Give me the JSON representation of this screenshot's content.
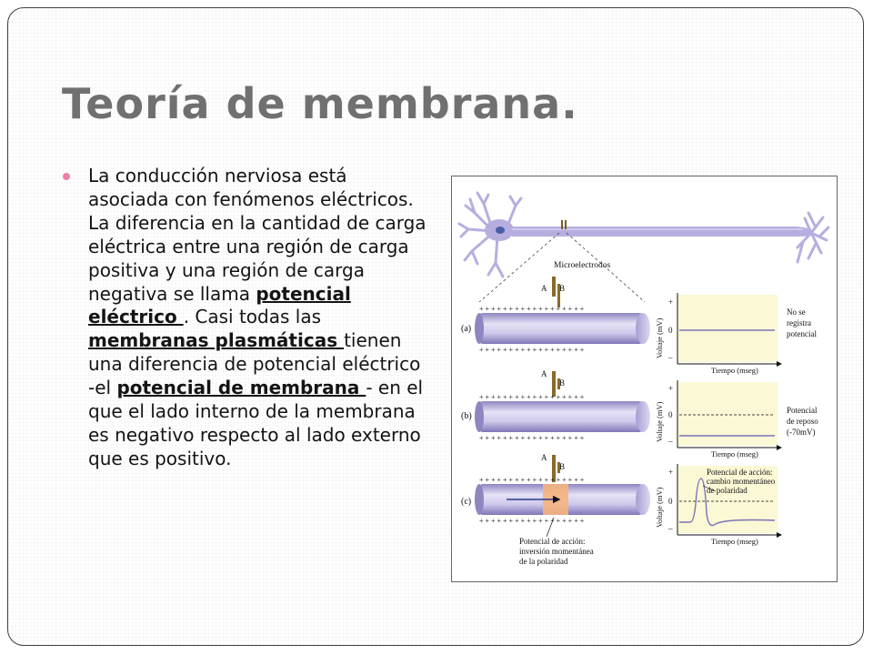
{
  "slide": {
    "title": "Teoría de membrana",
    "title_dot": ".",
    "paragraph": {
      "p1": "La conducción nerviosa está asociada con fenómenos eléctricos. La diferencia en la cantidad de carga eléctrica entre una región de carga positiva y una región de carga negativa se llama ",
      "h1": "potencial eléctrico ",
      "p2": ". Casi todas las ",
      "h2": "membranas plasmáticas ",
      "p3": " tienen una diferencia de potencial eléctrico -el ",
      "h3": "potencial de membrana ",
      "p4": "- en el que el lado interno de la membrana es negativo respecto al lado externo que es positivo."
    }
  },
  "figure": {
    "microelectrodes_label": "Microelectrodos",
    "electrode_a": "A",
    "electrode_b": "B",
    "axis_ylabel": "Voltaje (mV)",
    "axis_xlabel": "Tiempo (mseg)",
    "axis_plus": "+",
    "axis_zero": "0",
    "axis_minus": "–",
    "charges": "+ + + + + + + + + + + + + + + + + +",
    "panel_a": {
      "label": "(a)",
      "note": [
        "No se",
        "registra",
        "potencial"
      ]
    },
    "panel_b": {
      "label": "(b)",
      "note": [
        "Potencial",
        "de reposo",
        "(-70mV)"
      ]
    },
    "panel_c": {
      "label": "(c)",
      "note": [
        "Potencial de acción:",
        "cambio momentáneo",
        "de polaridad"
      ],
      "bottom_note": [
        "Potencial de acción:",
        "inversión momentánea",
        "de la polaridad"
      ]
    },
    "colors": {
      "neuron": "#b7aee0",
      "nucleus": "#4b5fa8",
      "axon_dark": "#8b83c2",
      "graph_bg": "#fbf8d6",
      "action_zone": "#f6b27e"
    }
  }
}
